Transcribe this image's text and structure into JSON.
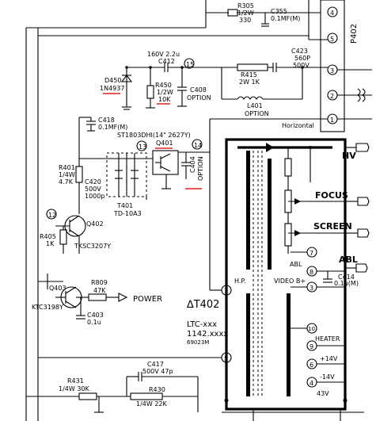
{
  "schematic": {
    "connector": {
      "label": "P402",
      "pins": [
        "4",
        "5",
        "3",
        "2",
        "1"
      ]
    },
    "r305": {
      "ref": "R305",
      "spec1": "1/2W",
      "spec2": "330"
    },
    "c355": {
      "ref": "C355",
      "spec": "0.1MF(M)"
    },
    "c412": {
      "ref": "C412",
      "spec": "160V 2.2u"
    },
    "node15": "15",
    "node14": "14",
    "node13": "13",
    "node12": "12",
    "c423": {
      "ref": "C423",
      "spec1": "560P",
      "spec2": "500V"
    },
    "d450": {
      "ref": "D450",
      "spec": "1N4937"
    },
    "r450": {
      "ref": "R450",
      "spec1": "1/2W",
      "spec2": "10K"
    },
    "c408": {
      "ref": "C408",
      "spec": "OPTION"
    },
    "r415": {
      "ref": "R415",
      "spec": "2W 1K"
    },
    "l401": {
      "ref": "L401",
      "spec": "OPTION"
    },
    "horizontal": "Horizontal",
    "c418": {
      "ref": "C418",
      "spec": "0.1MF(M)"
    },
    "q401_type": "ST1803DHI(14\" 2627Y)",
    "q401": "Q401",
    "c404": {
      "ref": "C404",
      "spec": "OPTION"
    },
    "r401": {
      "ref": "R401",
      "spec1": "1/4W",
      "spec2": "4.7K"
    },
    "c420": {
      "ref": "C420",
      "spec1": "500V",
      "spec2": "1000p"
    },
    "t401": {
      "ref": "T401",
      "spec": "TD-10A3"
    },
    "q402": {
      "ref": "Q402",
      "spec": "TKSC3207Y"
    },
    "r405": {
      "ref": "R405",
      "spec": "1K"
    },
    "q403": {
      "ref": "Q403",
      "spec": "KTC3198Y"
    },
    "r809": {
      "ref": "R809",
      "spec": "47K"
    },
    "c403": {
      "ref": "C403",
      "spec": "0.1u"
    },
    "power": "POWER",
    "c417": {
      "ref": "C417",
      "spec": "500V  47p"
    },
    "r431": {
      "ref": "R431",
      "spec": "1/4W  30K"
    },
    "r430": {
      "ref": "R430",
      "spec": "1/4W  22K"
    },
    "hv": "HV",
    "focus": "FOCUS",
    "screen": "SCREEN",
    "abl_pin": "ABL",
    "abl": "ABL",
    "c414": {
      "ref": "C414",
      "spec": "0.1u(M)"
    },
    "hp": "H.P.",
    "video_b": "VIDEO B+",
    "t402": "∆T402",
    "ltc1": "LTC-xxx",
    "ltc2": "1142.xxxx",
    "ltc3": "69023M",
    "heater": "HEATER",
    "v14p": "+14V",
    "v14n": "-14V",
    "v43": "43V",
    "pin_labels": [
      "1",
      "5",
      "7",
      "8",
      "3",
      "10",
      "9",
      "6",
      "4"
    ]
  }
}
